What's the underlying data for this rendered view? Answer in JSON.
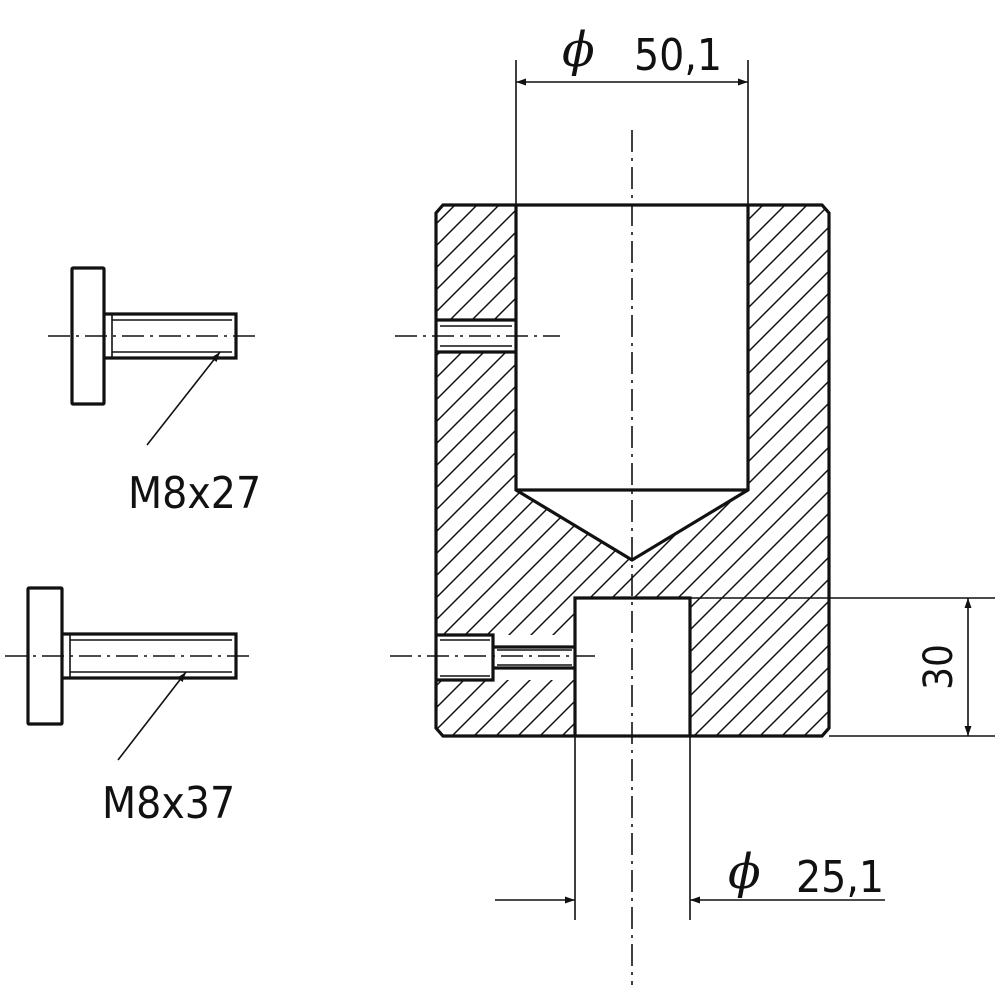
{
  "labels": {
    "screw_short": "M8x27",
    "screw_long": "M8x37",
    "bore_diameter": "50,1",
    "hole_diameter": "25,1",
    "hole_depth": "30",
    "diameter_symbol": "ϕ"
  }
}
